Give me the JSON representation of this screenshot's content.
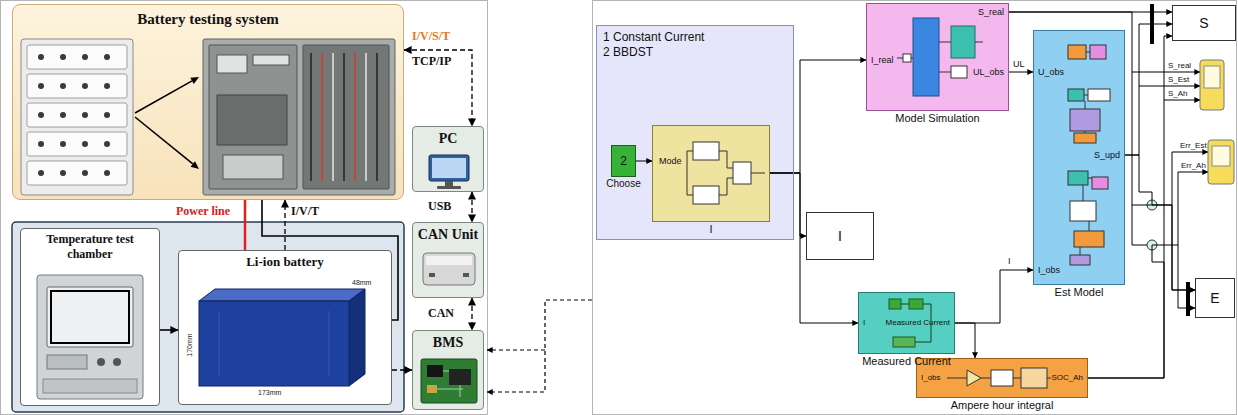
{
  "diagram": {
    "nodes": [
      {
        "text": [
          "Battery testing system"
        ]
      },
      {
        "text": [
          "PC"
        ]
      },
      {
        "text": [
          "CAN Unit"
        ]
      },
      {
        "text": [
          "BMS"
        ]
      },
      {
        "text": [
          "Temperature test chamber"
        ]
      },
      {
        "text": [
          "Li-ion battery"
        ]
      },
      {
        "text": [
          "1 Constant Current",
          "2 BBDST"
        ]
      },
      {
        "text": [
          "2",
          "Choose"
        ],
        "in": 6
      },
      {
        "text": [
          "Mode",
          "I"
        ],
        "in": 6
      },
      {
        "text": [
          "I"
        ]
      },
      {
        "text": [
          "I_real",
          "S_real",
          "UL_obs",
          "Model Simulation"
        ]
      },
      {
        "text": [
          "I",
          "Measured Current",
          "Measured Current"
        ]
      },
      {
        "text": [
          "I_obs",
          "SOC_Ah",
          "Ampere hour integral"
        ]
      },
      {
        "text": [
          "U_obs",
          "I_obs",
          "S_upd",
          "Est Model"
        ]
      },
      {
        "text": [
          "S"
        ]
      },
      {
        "text": [
          "E"
        ]
      }
    ],
    "edges": [
      {
        "from": 0,
        "to": 1,
        "arrow": "both"
      },
      {
        "from": 1,
        "to": 2,
        "arrow": "both"
      },
      {
        "from": 2,
        "to": 3,
        "arrow": "both"
      },
      {
        "from": 0,
        "to": 5,
        "label": "Power line",
        "arrow": "none"
      },
      {
        "from": 0,
        "to": 5,
        "arrow": "none"
      },
      {
        "from": 5,
        "to": 0,
        "label": "I/V/T",
        "arrow": "to"
      },
      {
        "from": 4,
        "to": 5,
        "arrow": "to"
      },
      {
        "from": 5,
        "to": 3,
        "arrow": "to"
      },
      {
        "from": 7,
        "to": 8,
        "arrow": "to"
      },
      {
        "from": 8,
        "to": 9,
        "arrow": "to"
      },
      {
        "from": 8,
        "to": 10,
        "arrow": "to"
      },
      {
        "from": 8,
        "to": 11,
        "arrow": "to"
      },
      {
        "from": 10,
        "to": 13,
        "label": "UL",
        "arrow": "to"
      },
      {
        "from": 10,
        "to": 14,
        "arrow": "to"
      },
      {
        "from": 13,
        "to": 14,
        "arrow": "to"
      },
      {
        "from": 12,
        "to": 14,
        "arrow": "to"
      },
      {
        "from": 11,
        "to": 13,
        "label": "I",
        "arrow": "to"
      },
      {
        "from": 11,
        "to": 12,
        "arrow": "to"
      },
      {
        "from": 10,
        "to": 15,
        "arrow": "to"
      },
      {
        "from": 13,
        "to": 15,
        "arrow": "to"
      },
      {
        "from": 12,
        "to": 15,
        "arrow": "to"
      }
    ],
    "labels": [
      "I/V/S/T",
      "TCP/IP",
      "USB",
      "CAN",
      "48mm",
      "170mm",
      "173mm",
      "S_real",
      "S_Est",
      "S_Ah",
      "Err_Est",
      "Err_Ah"
    ]
  }
}
